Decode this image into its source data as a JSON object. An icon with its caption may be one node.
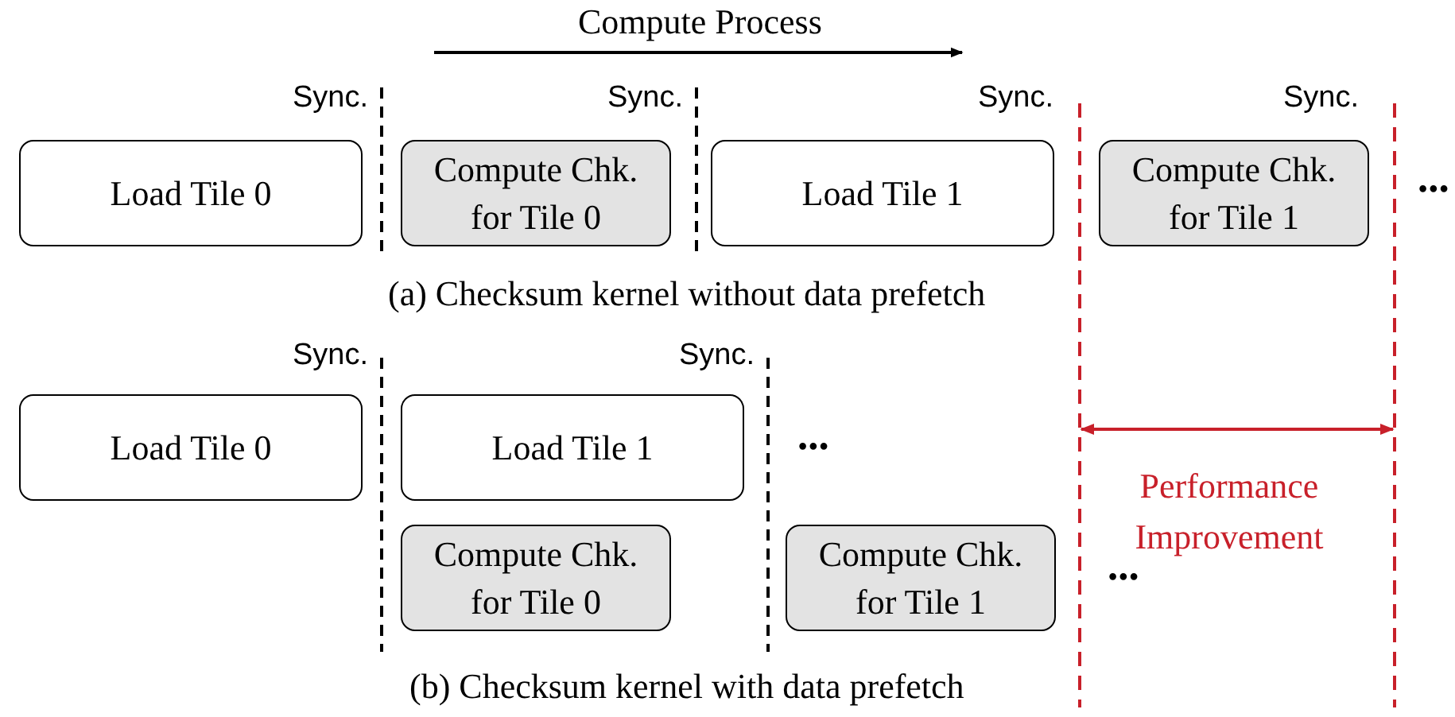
{
  "diagram": {
    "nodes": [
      {
        "text": [
          "Load Tile 0"
        ]
      },
      {
        "text": [
          "Compute Chk. for Tile 0"
        ]
      },
      {
        "text": [
          "Load Tile 1"
        ]
      },
      {
        "text": [
          "Compute Chk. for Tile 1"
        ]
      },
      {
        "text": [
          "Load Tile 0"
        ]
      },
      {
        "text": [
          "Load Tile 1"
        ]
      },
      {
        "text": [
          "Compute Chk. for Tile 0"
        ]
      },
      {
        "text": [
          "Compute Chk. for Tile 1"
        ]
      }
    ],
    "labels": [
      "Compute Process",
      "Sync.",
      "Sync.",
      "Sync.",
      "Sync.",
      "•••",
      "(a) Checksum kernel without data prefetch",
      "Sync.",
      "Sync.",
      "•••",
      "Performance Improvement",
      "•••",
      "(b) Checksum kernel with data prefetch"
    ]
  }
}
